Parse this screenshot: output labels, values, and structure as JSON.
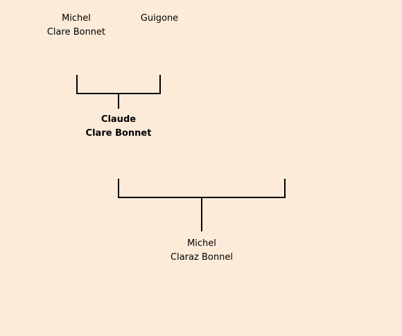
{
  "people": {
    "father": {
      "given": "Michel",
      "surname": "Clare Bonnet"
    },
    "mother": {
      "given": "Guigone",
      "surname": ""
    },
    "focus": {
      "given": "Claude",
      "surname": "Clare Bonnet"
    },
    "child": {
      "given": "Michel",
      "surname": "Claraz Bonnel"
    }
  }
}
